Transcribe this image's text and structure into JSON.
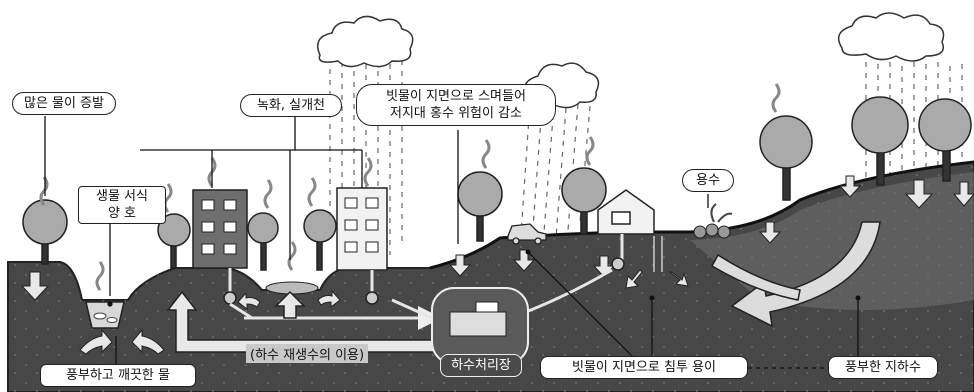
{
  "labels": {
    "evaporation": "많은 물이 증발",
    "habitat_line1": "생물 서식",
    "habitat_line2": "양 호",
    "green_stream": "녹화, 실개천",
    "rain_line1": "빗물이 지면으로 스며들어",
    "rain_line2": "저지대 홍수 위험이 감소",
    "spring": "용수",
    "clean_water": "풍부하고 깨끗한 물",
    "reuse": "(하수 재생수의 이용)",
    "treatment_plant": "하수처리장",
    "infiltration": "빗물이 지면으로 침투 용이",
    "groundwater": "풍부한 지하수"
  }
}
